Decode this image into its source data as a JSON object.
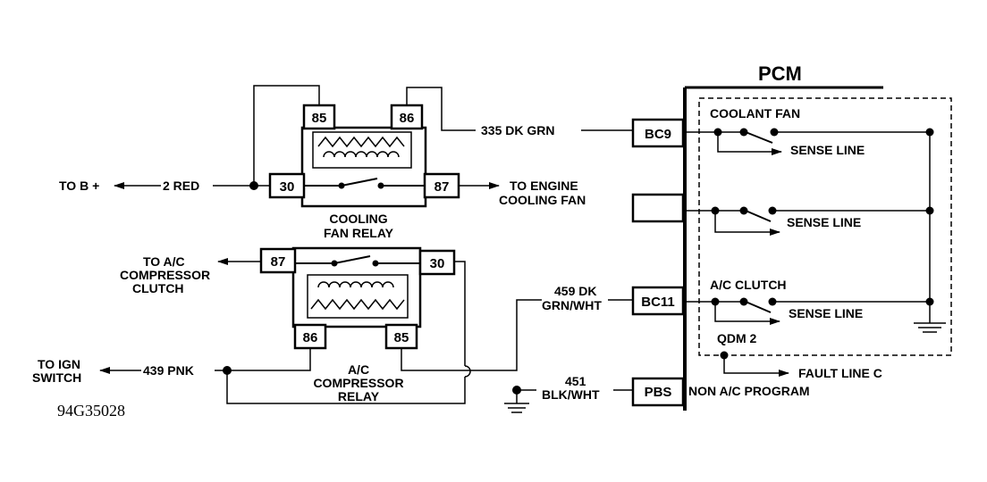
{
  "pcm": {
    "title": "PCM",
    "pin_bc9": "BC9",
    "pin_bc11": "BC11",
    "pin_pbs": "PBS",
    "coolant_fan": "COOLANT FAN",
    "sense_line_1": "SENSE LINE",
    "sense_line_2": "SENSE LINE",
    "ac_clutch": "A/C CLUTCH",
    "sense_line_3": "SENSE LINE",
    "qdm": "QDM 2",
    "fault_line": "FAULT LINE C",
    "non_ac": "NON A/C PROGRAM"
  },
  "cooling_relay": {
    "pin_85": "85",
    "pin_86": "86",
    "pin_30": "30",
    "pin_87": "87",
    "name_line1": "COOLING",
    "name_line2": "FAN RELAY"
  },
  "ac_relay": {
    "pin_87": "87",
    "pin_30": "30",
    "pin_86": "86",
    "pin_85": "85",
    "name_line1": "A/C",
    "name_line2": "COMPRESSOR",
    "name_line3": "RELAY"
  },
  "wires": {
    "to_b_plus": "TO B +",
    "red_2": "2 RED",
    "dk_grn_335": "335 DK GRN",
    "to_engine_line1": "TO ENGINE",
    "to_engine_line2": "COOLING FAN",
    "to_ac_line1": "TO A/C",
    "to_ac_line2": "COMPRESSOR",
    "to_ac_line3": "CLUTCH",
    "wire_459_line1": "459 DK",
    "wire_459_line2": "GRN/WHT",
    "to_ign_line1": "TO IGN",
    "to_ign_line2": "SWITCH",
    "pnk_439": "439 PNK",
    "wire_451_line1": "451",
    "wire_451_line2": "BLK/WHT"
  },
  "figure_id": "94G35028"
}
